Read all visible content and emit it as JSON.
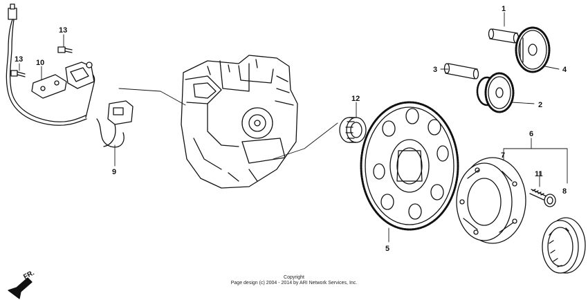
{
  "callouts": {
    "c1": "1",
    "c2": "2",
    "c3": "3",
    "c4": "4",
    "c5": "5",
    "c6": "6",
    "c7": "7",
    "c8": "8",
    "c9": "9",
    "c10": "10",
    "c11": "11",
    "c12": "12",
    "c13a": "13",
    "c13b": "13"
  },
  "direction": {
    "label": "FR."
  },
  "footer": {
    "line1": "Copyright",
    "line2": "Page design (c) 2004 - 2014 by ARI Network Services, Inc."
  }
}
